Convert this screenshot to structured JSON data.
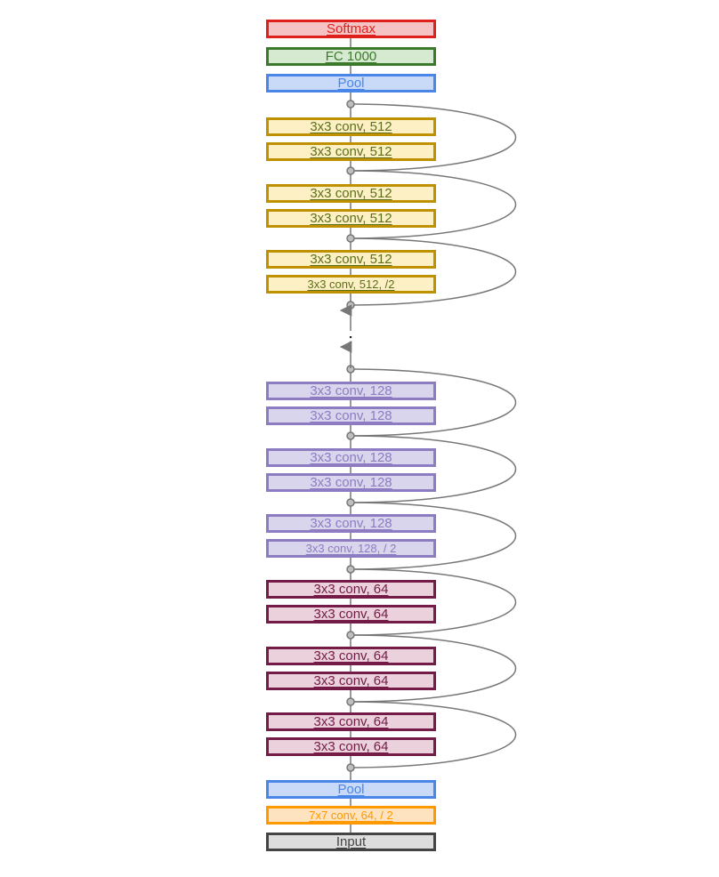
{
  "palette": {
    "softmax": {
      "fill": "#f5c3c3",
      "border": "#e0201c",
      "text": "#e0201c"
    },
    "fc": {
      "fill": "#d6ead1",
      "border": "#3a7a2a",
      "text": "#3a7a2a"
    },
    "pool": {
      "fill": "#c9daf8",
      "border": "#4a86e8",
      "text": "#4a86e8"
    },
    "conv512": {
      "fill": "#fdf0c4",
      "border": "#bf9000",
      "text": "#5c6f1a"
    },
    "conv128": {
      "fill": "#d9d5ec",
      "border": "#8e7cc3",
      "text": "#8e7cc3"
    },
    "conv64": {
      "fill": "#ead1dc",
      "border": "#741b47",
      "text": "#741b47"
    },
    "conv7": {
      "fill": "#fde3c0",
      "border": "#ff9900",
      "text": "#ff9900"
    },
    "input": {
      "fill": "#dddddd",
      "border": "#444444",
      "text": "#444444"
    },
    "wire": "#777777"
  },
  "layers": [
    {
      "name": "softmax",
      "label": "Softmax",
      "style": "softmax"
    },
    {
      "name": "fc-1000",
      "label": "FC 1000",
      "style": "fc"
    },
    {
      "name": "pool-top",
      "label": "Pool",
      "style": "pool"
    },
    {
      "name": "conv512-1",
      "label": "3x3 conv, 512",
      "style": "conv512"
    },
    {
      "name": "conv512-2",
      "label": "3x3 conv, 512",
      "style": "conv512"
    },
    {
      "name": "conv512-3",
      "label": "3x3 conv, 512",
      "style": "conv512"
    },
    {
      "name": "conv512-4",
      "label": "3x3 conv, 512",
      "style": "conv512"
    },
    {
      "name": "conv512-5",
      "label": "3x3 conv, 512",
      "style": "conv512"
    },
    {
      "name": "conv512-6",
      "label": "3x3 conv, 512, /2",
      "style": "conv512"
    },
    {
      "name": "conv128-1",
      "label": "3x3 conv, 128",
      "style": "conv128"
    },
    {
      "name": "conv128-2",
      "label": "3x3 conv, 128",
      "style": "conv128"
    },
    {
      "name": "conv128-3",
      "label": "3x3 conv, 128",
      "style": "conv128"
    },
    {
      "name": "conv128-4",
      "label": "3x3 conv, 128",
      "style": "conv128"
    },
    {
      "name": "conv128-5",
      "label": "3x3 conv, 128",
      "style": "conv128"
    },
    {
      "name": "conv128-6",
      "label": "3x3 conv, 128, / 2",
      "style": "conv128"
    },
    {
      "name": "conv64-1",
      "label": "3x3 conv, 64",
      "style": "conv64"
    },
    {
      "name": "conv64-2",
      "label": "3x3 conv, 64",
      "style": "conv64"
    },
    {
      "name": "conv64-3",
      "label": "3x3 conv, 64",
      "style": "conv64"
    },
    {
      "name": "conv64-4",
      "label": "3x3 conv, 64",
      "style": "conv64"
    },
    {
      "name": "conv64-5",
      "label": "3x3 conv, 64",
      "style": "conv64"
    },
    {
      "name": "conv64-6",
      "label": "3x3 conv, 64",
      "style": "conv64"
    },
    {
      "name": "pool-bottom",
      "label": "Pool",
      "style": "pool"
    },
    {
      "name": "conv7x7",
      "label": "7x7 conv, 64, / 2",
      "style": "conv7"
    },
    {
      "name": "input",
      "label": "Input",
      "style": "input"
    }
  ],
  "ellipsis": ":"
}
